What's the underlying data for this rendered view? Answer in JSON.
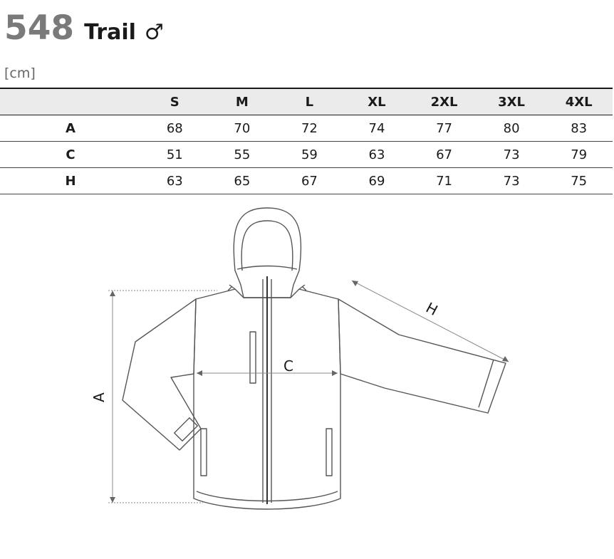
{
  "header": {
    "model_number": "548",
    "model_name": "Trail",
    "gender_symbol": "♂"
  },
  "unit_label": "[cm]",
  "size_table": {
    "sizes": [
      "S",
      "M",
      "L",
      "XL",
      "2XL",
      "3XL",
      "4XL"
    ],
    "rows": [
      {
        "label": "A",
        "values": [
          "68",
          "70",
          "72",
          "74",
          "77",
          "80",
          "83"
        ]
      },
      {
        "label": "C",
        "values": [
          "51",
          "55",
          "59",
          "63",
          "67",
          "73",
          "79"
        ]
      },
      {
        "label": "H",
        "values": [
          "63",
          "65",
          "67",
          "69",
          "71",
          "73",
          "75"
        ]
      }
    ]
  },
  "diagram": {
    "measure_labels": {
      "length": "A",
      "chest": "C",
      "sleeve": "H"
    }
  }
}
